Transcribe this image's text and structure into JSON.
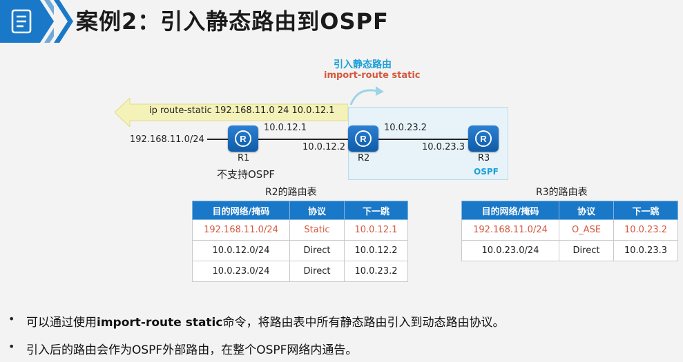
{
  "title": "案例2：引入静态路由到OSPF",
  "import_label": "引入静态路由",
  "import_cmd": "import-route static",
  "static_cmd": "ip route-static 192.168.11.0 24 10.0.12.1",
  "network_192": "192.168.11.0/24",
  "ip_r1_e": "10.0.12.1",
  "ip_r2_w": "10.0.12.2",
  "ip_r2_e": "10.0.23.2",
  "ip_r3_w": "10.0.23.3",
  "r1": "R1",
  "r2": "R2",
  "r3": "R3",
  "ospf_label": "OSPF",
  "r1_note": "不支持OSPF",
  "r2_table": {
    "title": "R2的路由表",
    "headers": [
      "目的网络/掩码",
      "协议",
      "下一跳"
    ],
    "rows": [
      [
        "192.168.11.0/24",
        "Static",
        "10.0.12.1"
      ],
      [
        "10.0.12.0/24",
        "Direct",
        "10.0.12.2"
      ],
      [
        "10.0.23.0/24",
        "Direct",
        "10.0.23.2"
      ]
    ]
  },
  "r3_table": {
    "title": "R3的路由表",
    "headers": [
      "目的网络/掩码",
      "协议",
      "下一跳"
    ],
    "rows": [
      [
        "192.168.11.0/24",
        "O_ASE",
        "10.0.23.2"
      ],
      [
        "10.0.23.0/24",
        "Direct",
        "10.0.23.3"
      ]
    ]
  },
  "bullets": [
    {
      "pre": "可以通过使用",
      "bold": "import-route static",
      "post": "命令，将路由表中所有静态路由引入到动态路由协议。"
    },
    {
      "pre": "引入后的路由会作为OSPF外部路由，在整个OSPF网络内通告。",
      "bold": "",
      "post": ""
    }
  ],
  "colors": {
    "brand_blue": "#1a78c8",
    "accent_red": "#d4583d",
    "ospf_cyan": "#1ea0d8"
  }
}
